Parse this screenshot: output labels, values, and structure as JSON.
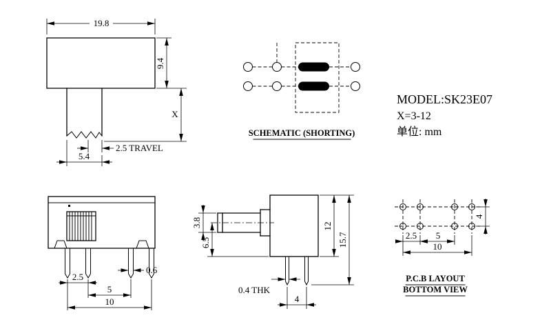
{
  "drawing": {
    "model": "MODEL:SK23E07",
    "x_spec": "X=3-12",
    "unit": "单位: mm"
  },
  "schematic": {
    "label": "SCHEMATIC (SHORTING)"
  },
  "actuator_view": {
    "dim_width": "19.8",
    "dim_height": "9.4",
    "dim_stem": "X",
    "dim_travel": "2.5 TRAVEL",
    "dim_stem_width": "5.4"
  },
  "front_view": {
    "dim_pitch_a": "2.5",
    "dim_pitch_b": "5",
    "dim_span": "10",
    "dim_pin_width": "0.6"
  },
  "side_view": {
    "dim_shaft_dia": "3.8",
    "dim_shaft_center": "6.5",
    "dim_body_height": "12",
    "dim_total_height": "15.7",
    "dim_thickness": "0.4 THK",
    "dim_pin_span": "4"
  },
  "pcb_view": {
    "dim_pitch_a": "2.5",
    "dim_pitch_b": "5",
    "dim_span": "10",
    "dim_row_pitch": "4",
    "label_line1": "P.C.B LAYOUT",
    "label_line2": "BOTTOM VIEW"
  }
}
